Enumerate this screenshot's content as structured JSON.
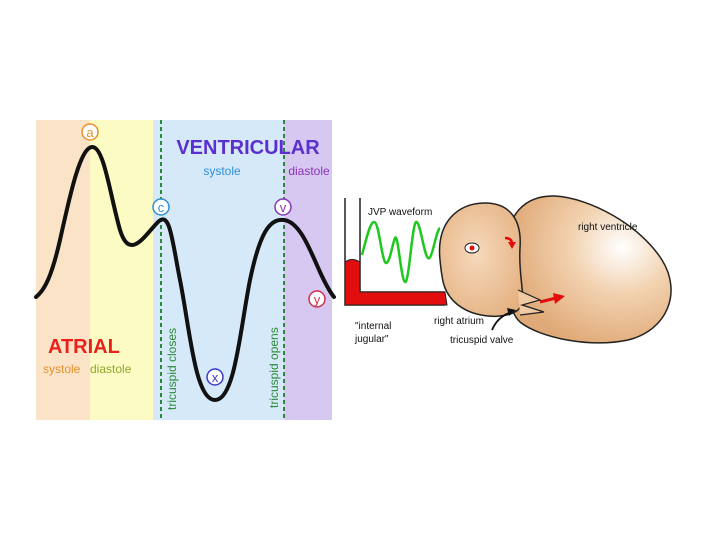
{
  "waveform_panel": {
    "ventricular": "VENTRICULAR",
    "ventricular_systole": "systole",
    "ventricular_diastole": "diastole",
    "atrial": "ATRIAL",
    "atrial_systole": "systole",
    "atrial_diastole": "diastole",
    "tricuspid_closes": "tricuspid closes",
    "tricuspid_opens": "tricuspid opens",
    "wave_a": "a",
    "wave_c": "c",
    "wave_v": "v",
    "wave_x": "x",
    "wave_y": "y"
  },
  "anatomy_panel": {
    "jvp_waveform": "JVP waveform",
    "right_ventricle": "right ventricle",
    "right_atrium": "right atrium",
    "internal_jugular_line1": "\"internal",
    "internal_jugular_line2": "jugular\"",
    "tricuspid_valve": "tricuspid valve"
  },
  "colors": {
    "atrial_systole_bg": "#fbe3c8",
    "atrial_diastole_bg": "#fdfbc4",
    "ventricular_systole_bg": "#d6e9f8",
    "ventricular_diastole_bg": "#d7c8f2",
    "ventricular_text": "#5b2fd0",
    "atrial_text": "#e8221b",
    "systole_text_atrial": "#e8902b",
    "diastole_text_atrial": "#8ea52b",
    "systole_text_ventricular": "#2f8fd6",
    "diastole_text_ventricular": "#8a35b8",
    "tricuspid_line": "#2b8a3a",
    "jvp_green": "#1ec81e",
    "vessel_red": "#e20d0d",
    "heart_tan": "#e9b98a"
  }
}
